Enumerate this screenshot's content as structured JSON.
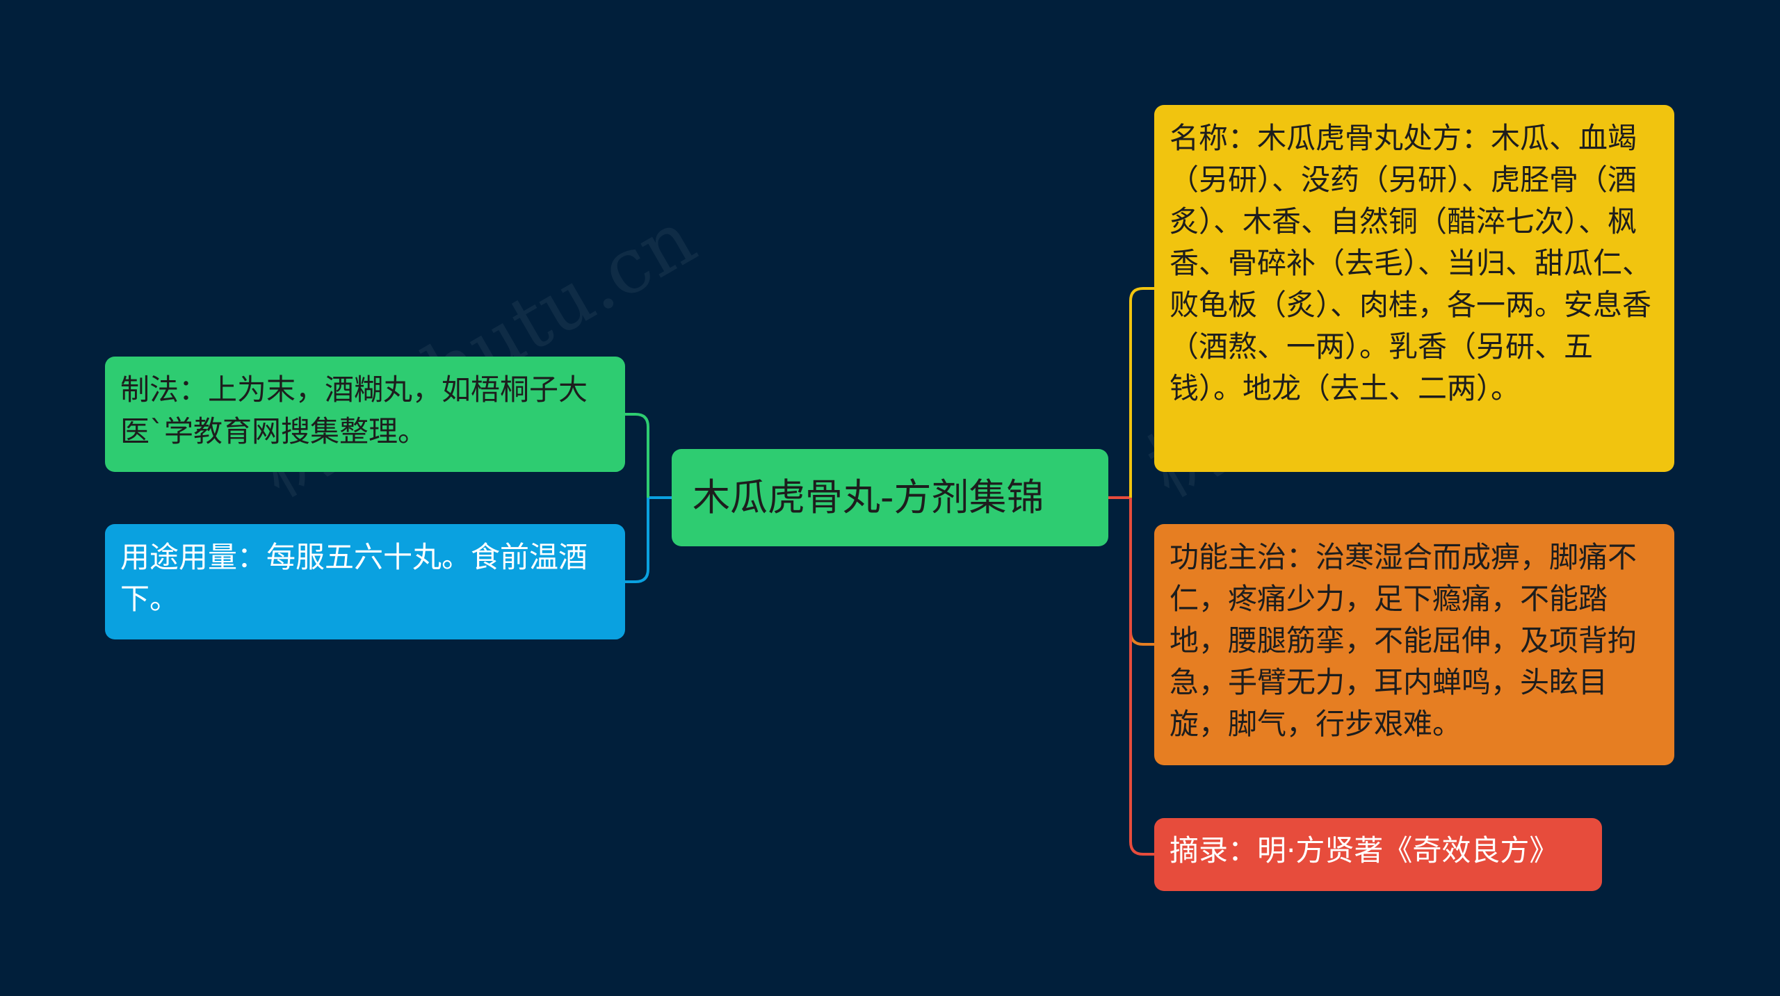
{
  "mindmap": {
    "root": {
      "label": "木瓜虎骨丸-方剂集锦",
      "color": "#2ecc71"
    },
    "left": [
      {
        "label": "制法：上为末，酒糊丸，如梧桐子大医`学教育网搜集整理。",
        "color": "#2ecc71",
        "link_color": "#2ecc71"
      },
      {
        "label": "用途用量：每服五六十丸。食前温酒下。",
        "color": "#0aa1e0",
        "link_color": "#0aa1e0"
      }
    ],
    "right": [
      {
        "label": "名称：木瓜虎骨丸处方：木瓜、血竭（另研）、没药（另研）、虎胫骨（酒炙）、木香、自然铜（醋淬七次）、枫香、骨碎补（去毛）、当归、甜瓜仁、败龟板（炙）、肉桂，各一两。安息香（酒熬、一两）。乳香（另研、五钱）。地龙（去土、二两）。",
        "color": "#f1c40f",
        "link_color": "#f1c40f"
      },
      {
        "label": "功能主治：治寒湿合而成痹，脚痛不仁，疼痛少力，足下瘾痛，不能踏地，腰腿筋挛，不能屈伸，及项背拘急，手臂无力，耳内蝉鸣，头眩目旋，脚气，行步艰难。",
        "color": "#e67e22",
        "link_color": "#e67e22"
      },
      {
        "label": "摘录：明·方贤著《奇效良方》",
        "color": "#e74c3c",
        "link_color": "#e74c3c"
      }
    ],
    "background": "#011f3b"
  },
  "watermark": {
    "text": "树图shutu.cn"
  }
}
